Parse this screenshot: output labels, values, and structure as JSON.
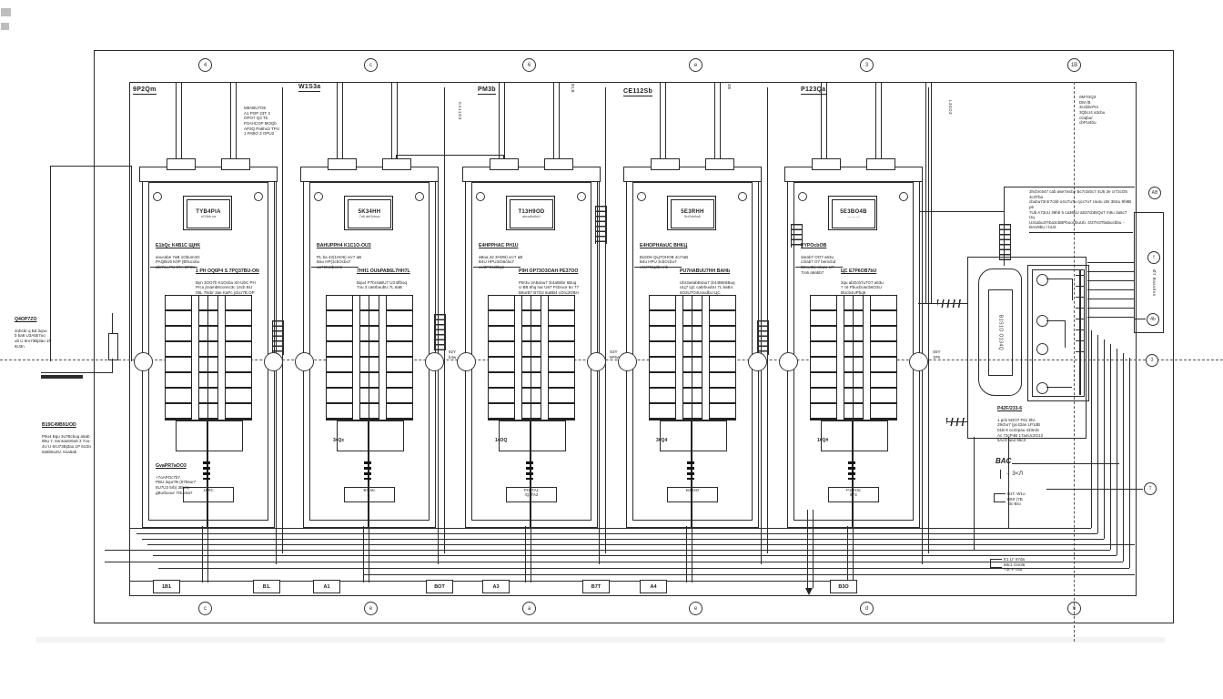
{
  "colors": {
    "line": "#2b2b2b",
    "text": "#1c1c1c",
    "background": "#ffffff"
  },
  "frame": {
    "refs_top": [
      "4",
      "c",
      "6",
      "e",
      "3",
      "1B"
    ],
    "refs_bottom": [
      "c",
      "e",
      "a",
      "e",
      "d",
      "6"
    ]
  },
  "feeders": {
    "f1": "9P2Qm",
    "f2": "W1S3a",
    "f3": "PM3b",
    "f4": "CE112Sb",
    "f5": "P123Qa",
    "v1": "CA11O3",
    "v2": "B1B",
    "v3": "3B",
    "v4": "L34O3"
  },
  "texts": {
    "top_block": "M9ABU7OK\nA1 POP 23T 3\nOPO7 Q3 Tb\nP3AHCOP MOQb\nAP3Q Pa6ho3 TPU\n1 PABO 3 OPU2",
    "tr_block": "0M7OQ3\nDM /B\n3ccbbcPm\n3Qbcr4 a3cbu\ncOqbu/\ncbPU4bu",
    "tr_para": "3hcbrc647 cab a6e7wcbe Bc7cbrbc7 4U5 3e cr73cO5 3c3Tba\ncbubu73r4r7cbb o4U7u7u cjcc7u7 Ua4u cBr 36Su 9h9B p6\n7Ub A73oU 39hb 5 ca36uU a537cbBrQo7 m9u 3a6c7 Uq\nU3cabu37rba3cbBPbooUbuUb. 4/37H3Tbabucbbu -\nBAU9bU / bU3"
  },
  "left": {
    "t1_head": "Q4OP7ZO",
    "t1_body": "3obcbr q Bd 3qou\nb ba6 U3A6b7uo\nub U 6ro73Bj3au 1P\n6U3n",
    "t2_head": "B19C49B91/OD",
    "t2_body": "P9u4 Bqu 3u7Bcbuq a6ab\nB6u 7. 6or4au6r6u6 3 7ou-\n4U U 6rU73Bj3au 1P 6U3n\n6a6b6u3U. 61a5ab"
  },
  "panels": [
    {
      "nameplate": "TYB4PIA",
      "nameplate_sub": "cO3bb na",
      "h1": "E1bQc K4B1C ЩHK",
      "b1": "anucabe 7aB 1Obum4O\nPAQBU9 K0P (Bfrucobu\nabr7cu PU 97A-B7Oc",
      "h2": "1 PH OQ6P4 S 7PQ37BU-ON",
      "b2": "Byn 3OO7b K1Ocba XII-UbC PH\nPrcu jrnamb6connc3c 14cb BU\n09L 79cbr 3ae KaPc jcbcr7B OP\nE-37b P3u2OOamb7 Pc3cOau",
      "drop_label": "",
      "x1_head": "GvaPR7aOO3",
      "x1_body": "+7oAPOc7b7.\nPBU 3qur7B (97b6ur7\n5U7U3 5rb( 3Burq\ngBurbuour 7Ouc6a7",
      "bottom_label": "1PЛC"
    },
    {
      "nameplate": "5K34HH",
      "nameplate_sub": "7u6 abOcbua",
      "h1": "BAHUPPH4 K1C1O-OU3",
      "b1": "PL ba 43(1HO6) vcr7 aB\nBau HP(3cbOcbu7\nua7OU3bom6",
      "h2": "7HH1 OUbPAB6L7HH7L",
      "b2": "Bqu4 P7br4aBU7 U3 Bfboq\n7ou 3 ca6rbuubU 7L 6aB",
      "drop_label": "34Qc",
      "x1_head": "",
      "x1_body": "",
      "bottom_label": "B7H2c"
    },
    {
      "nameplate": "T13H9OD",
      "nameplate_sub": "abua6u6uU",
      "h1": "E4HPPHAC PH1U",
      "b1": "aBua 42 3HOB) vcr7 aB\nB4U HPU3cb6cbu7\nuU3POU3bq6",
      "h2": "P9H OP73O3OAH PE37OO",
      "b2": "P6r3u 3AB4au7 3r4aB6br 6Buq\nU BB 6hq nar U67 Pcbruor 6o 77\nB6urB7 B7O2 6uBB4 cOru3OBH",
      "drop_label": "14OQ",
      "x1_head": "",
      "x1_body": "",
      "bottom_label": "PO3TA1\n/Q1TA2"
    },
    {
      "nameplate": "5E3RHH",
      "nameplate_sub": "6uOcb6a6",
      "h1": "E4HOPHAbUC BHKЦ",
      "b1": "Bc6O6 QЦ7OHOB 4cr7aB\nB4u HPU 3cbOcbu7\nc4U7OЦ3bemb",
      "h2": "PU7HABUU7HH BAHb",
      "b2": "Ubr3u6abB4au7 3r44B6r6Buq\nUЦ7 ЦC cabrbuubU 7L 6aB4\n6O3U7O4UoudbU ЦC",
      "drop_label": "3#Q4",
      "x1_head": "",
      "x1_body": "",
      "bottom_label": "B4H3O"
    },
    {
      "nameplate": "5E3BO4B",
      "nameplate_sub": "— — —",
      "h1": "PYPOcbOB",
      "b1": "3arab7 OO7 a63u\nc3rab7 O7 bemcbd\nB6ru4BembaU U7\n7ro6 a6abb7",
      "h2": "ЦC E7P6OB7bU",
      "b2": "3qu abOcb7u7O7 a63u\n7 c6 PbucbUacb6O3U\nBUcb4UPbq6",
      "drop_label": "1#Q#",
      "x1_head": "",
      "x1_body": "",
      "bottom_label": "P1EH3c\n9TS"
    }
  ],
  "gap_labels": [
    "92Y\nb4w",
    "S3Y\n5P6A",
    "S5Y\n1P6"
  ],
  "bottom": {
    "run_labels": [
      "1B1",
      "B1.",
      "A1",
      "BOT",
      "A3",
      "B7T",
      "A4",
      "B3O"
    ]
  },
  "right": {
    "gen_text": "B1S1O O134Q",
    "cap_head": "P42F/233-6",
    "cap_body": "1 pcb 5OO7 F61 9hc\n29cbo7 (pc42an LP1dB\n01B 8 oc42pau 433n3c\nAc 73cP4B 17a4Uc3O13\n5AcO and 96c3",
    "bac": "BAC",
    "bac_sub": "→ 3<Л",
    "flag1": "B1T. W1o\nB9Л (7B\n-3c-Bro",
    "flag2": "E1 LГ 67da\n69c1 Om36\n+3c-P c6u",
    "r1": "AB",
    "r2": "f",
    "r3": "4b",
    "r4": "3",
    "r5": "T",
    "vtext": "Ø7 Bass0on"
  }
}
